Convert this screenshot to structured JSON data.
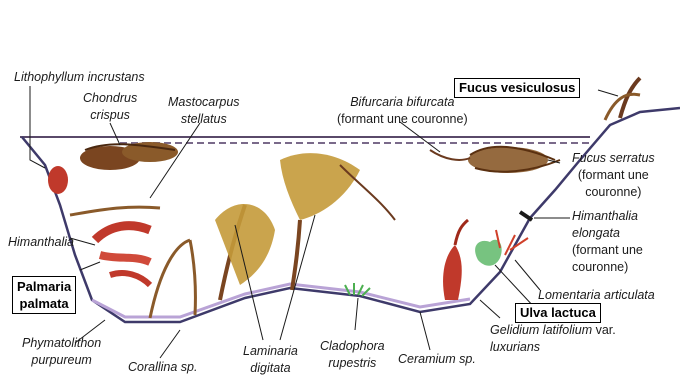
{
  "diagram": {
    "labels": {
      "lithophyllum": "Lithophyllum incrustans",
      "chondrus_1": "Chondrus",
      "chondrus_2": "crispus",
      "mastocarpus_1": "Mastocarpus",
      "mastocarpus_2": "stellatus",
      "bifurcaria_1": "Bifurcaria bifurcata",
      "bifurcaria_2": "(formant une couronne)",
      "fucus_vesiculosus": "Fucus vesiculosus",
      "fucus_serratus_1": "Fucus serratus",
      "fucus_serratus_2": "(formant une",
      "fucus_serratus_3": "couronne)",
      "himanthalia": "Himanthalia",
      "himanthalia_elongata_1": "Himanthalia",
      "himanthalia_elongata_2": "elongata",
      "himanthalia_elongata_3": "(formant une",
      "himanthalia_elongata_4": "couronne)",
      "palmaria_1": "Palmaria",
      "palmaria_2": "palmata",
      "lomentaria": "Lomentaria articulata",
      "ulva": "Ulva lactuca",
      "phymatolithon_1": "Phymatolithon",
      "phymatolithon_2": "purpureum",
      "corallina": "Corallina sp.",
      "laminaria_1": "Laminaria",
      "laminaria_2": "digitata",
      "cladophora_1": "Cladophora",
      "cladophora_2": "rupestris",
      "ceramium": "Ceramium sp.",
      "gelidium_1": "Gelidium latifolium",
      "gelidium_var": "var.",
      "gelidium_2": "luxurians"
    },
    "colors": {
      "rock_outline": "#3e3a6a",
      "water_line": "#5a4a6a",
      "brown_algae": "#8a5a2a",
      "red_algae": "#c0392b",
      "green_algae": "#5fb86a",
      "purple_crust": "#8e5ca8"
    }
  }
}
